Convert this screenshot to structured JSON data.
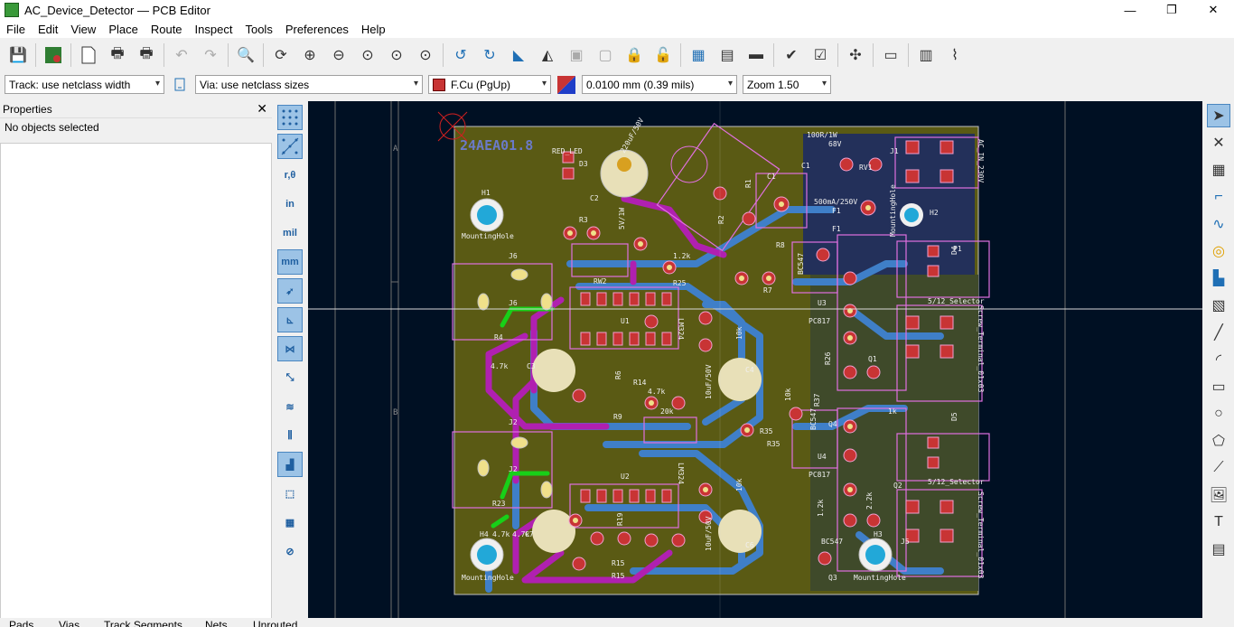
{
  "window": {
    "title": "AC_Device_Detector — PCB Editor",
    "minimize": "—",
    "maximize": "❐",
    "close": "✕"
  },
  "menu": [
    "File",
    "Edit",
    "View",
    "Place",
    "Route",
    "Inspect",
    "Tools",
    "Preferences",
    "Help"
  ],
  "options": {
    "track": "Track: use netclass width",
    "via": "Via: use netclass sizes",
    "layer": "F.Cu (PgUp)",
    "grid": "0.0100 mm (0.39 mils)",
    "zoom": "Zoom 1.50",
    "layer_color": "#c83434"
  },
  "properties": {
    "title": "Properties",
    "close": "✕",
    "status": "No objects selected"
  },
  "units": {
    "in": "in",
    "mil": "mil",
    "mm": "mm"
  },
  "status_bar": [
    "Pads",
    "Vias",
    "Track Segments",
    "Nets",
    "Unrouted"
  ],
  "board": {
    "mirror_text": "24AEA01.8",
    "frame_labels": [
      "A",
      "B"
    ],
    "silk": {
      "r_led": "RED_LED",
      "d3": "D3",
      "c2": "C2",
      "cap_c2": "220uF/50V",
      "r_val": "100R/1W",
      "v68": "68V",
      "rv1": "RV1",
      "j1": "J1",
      "ac_in": "AC_IN_230V",
      "c1": "C1",
      "c1_lbl": "C1",
      "fuse": "500mA/250V",
      "f1": "F1",
      "f1b": "F1",
      "h1": "H1",
      "mh1": "MountingHole",
      "h2": "H2",
      "mh2": "MountingHole",
      "h3": "H3",
      "mh3": "MountingHole",
      "h4": "H4",
      "h4_val": "4.7k",
      "mh4": "MountingHole",
      "j6": "J6",
      "j6b": "J6",
      "j2": "J2",
      "j2b": "J2",
      "r3": "R3",
      "rw2": "RW2",
      "r25": "R25",
      "r12k": "1.2k",
      "u1": "U1",
      "u2": "U2",
      "lm324": "LM324",
      "lm324b": "LM324",
      "r8": "R8",
      "r7": "R7",
      "r9": "R9",
      "r35": "R35",
      "r35b": "R35",
      "r15": "R15",
      "r15b": "R15",
      "r19": "R19",
      "r6": "R6",
      "r14": "R14",
      "r4": "R4",
      "r4_val": "4.7k",
      "r23": "R23",
      "r23_val": "4.7k",
      "c3": "C3",
      "c4": "C4",
      "c6": "C6",
      "c7": "C7",
      "cap_c4": "10uF/50V",
      "cap_c6": "10uF/50V",
      "r10k": "10k",
      "r10k2": "10k",
      "r10k3": "10k",
      "r20k": "20k",
      "r1k": "1k",
      "d4": "D4",
      "p1": "P1",
      "selector": "5/12_Selector",
      "selector2": "5/12_Selector",
      "screw": "Screw_Terminal_01x03",
      "screw2": "Screw_Terminal_01x03",
      "bc547": "BC547",
      "bc547b": "BC547",
      "bc547c": "BC547",
      "pc817": "PC817",
      "pc817b": "PC817",
      "u3": "U3",
      "u4": "U4",
      "q1": "Q1",
      "q2": "Q2",
      "q3": "Q3",
      "q4": "Q4",
      "d5": "D5",
      "r26": "R26",
      "r37": "R37",
      "r1": "R1",
      "r2": "R2",
      "j5": "J5",
      "r4k7": "4.7k",
      "r5": "5V/1W",
      "r12k2": "1.2k",
      "r2k": "2.2k"
    }
  }
}
